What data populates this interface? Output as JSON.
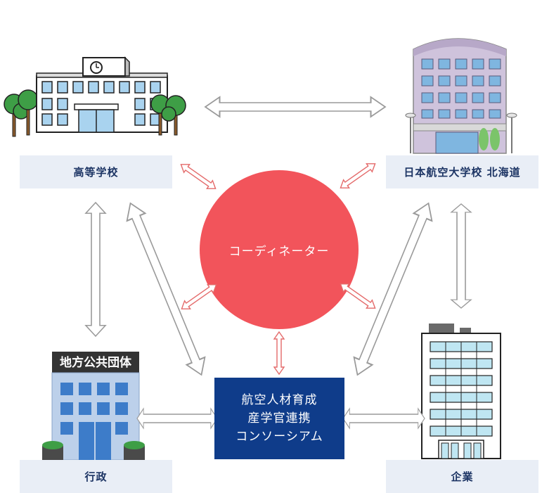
{
  "nodes": {
    "high_school": {
      "label": "高等学校"
    },
    "university": {
      "label": "日本航空大学校 北海道"
    },
    "government": {
      "label": "行政",
      "sign": "地方公共団体"
    },
    "company": {
      "label": "企業"
    }
  },
  "coordinator": {
    "label": "コーディネーター",
    "color": "#f2545b"
  },
  "consortium": {
    "lines": [
      "航空人材育成",
      "産学官連携",
      "コンソーシアム"
    ],
    "color": "#0f3c8a"
  },
  "colors": {
    "label_bg": "#e9eef6",
    "label_text": "#1c3464",
    "arrow_outline": "#9a9a9a",
    "coord_arrow": "#e46a6a"
  }
}
